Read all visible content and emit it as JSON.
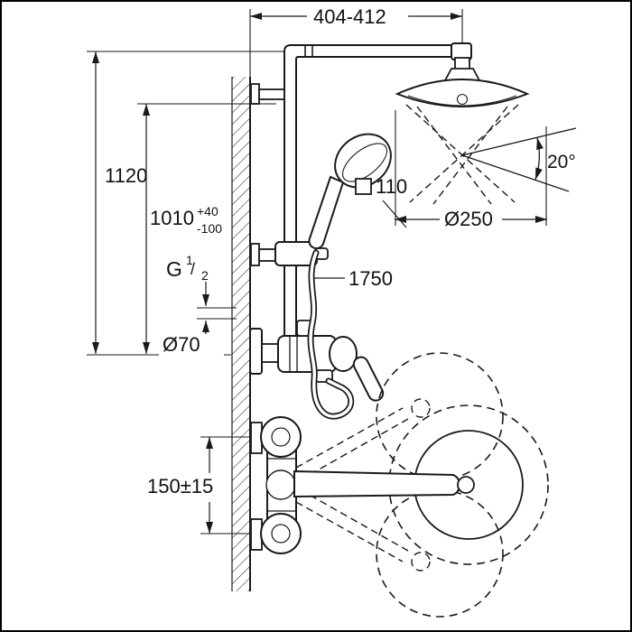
{
  "drawing": {
    "colors": {
      "line": "#1a1a1a",
      "background": "#ffffff"
    },
    "labels": {
      "top_width": "404-412",
      "total_height": "1120",
      "pipe_height": "1010",
      "pipe_height_tol_plus": "+40",
      "pipe_height_tol_minus": "-100",
      "thread_letter": "G",
      "thread_numerator": "1",
      "thread_slash": "/",
      "thread_denominator": "2",
      "escutcheon_diameter": "Ø70",
      "hose_length": "1750",
      "hand_shower_size": "110",
      "spray_angle": "20°",
      "head_shower_diameter": "Ø250",
      "inlet_distance": "150±15"
    }
  }
}
